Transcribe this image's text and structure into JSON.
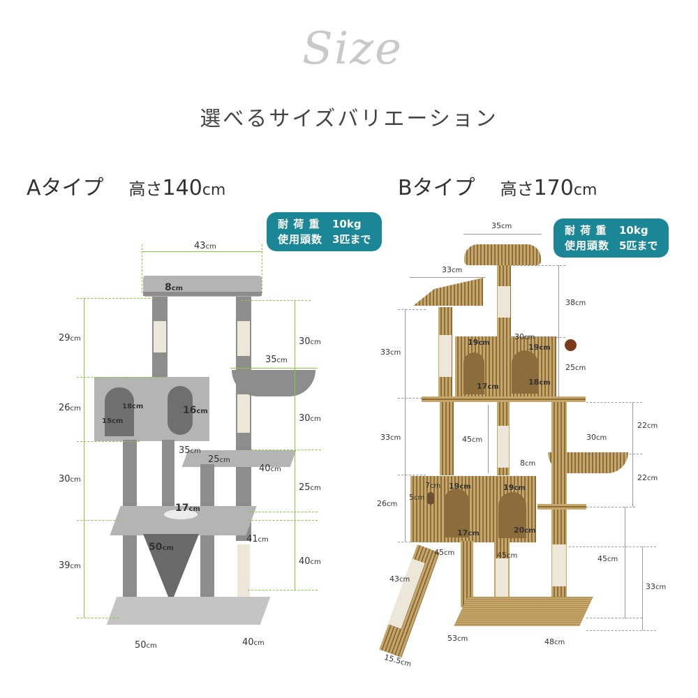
{
  "header": {
    "script_title": "Size",
    "subtitle": "選べるサイズバリエーション"
  },
  "types": [
    {
      "name": "Aタイプ",
      "height_label": "高さ",
      "height_value": "140",
      "height_unit": "cm",
      "badge": {
        "load_label": "耐 荷 重",
        "load_value": "10kg",
        "cats_label": "使用頭数",
        "cats_value": "3匹まで"
      },
      "dimensions": {
        "top_width": "43",
        "top_depth": "8",
        "left_h1": "29",
        "left_h2": "26",
        "left_h3": "30",
        "left_h4": "39",
        "right_h1": "30",
        "hammock_width": "35",
        "right_h2": "30",
        "house_door_h": "18",
        "house_door_w": "15",
        "house_side_door_h": "16",
        "house_depth": "35",
        "shelf_width": "25",
        "shelf_depth": "40",
        "right_h3": "25",
        "hole_diameter": "17",
        "platform_width": "50",
        "platform_depth": "41",
        "right_h4": "40",
        "base_width": "50",
        "base_depth": "40",
        "unit": "cm"
      }
    },
    {
      "name": "Bタイプ",
      "height_label": "高さ",
      "height_value": "170",
      "height_unit": "cm",
      "badge": {
        "load_label": "耐 荷 重",
        "load_value": "10kg",
        "cats_label": "使用頭数",
        "cats_value": "5匹まで"
      },
      "dimensions": {
        "top_bed_width": "35",
        "second_bed_width": "33",
        "right_h1": "38",
        "left_h1": "33",
        "house_width": "30",
        "door1_h": "19",
        "door2_h": "19",
        "door1_w": "17",
        "door2_w": "18",
        "right_h2": "25",
        "right_h3": "22",
        "hammock_width": "30",
        "hammock_depth": "8",
        "right_h4": "22",
        "left_h2": "33",
        "post_gap": "45",
        "left_h3": "26",
        "window_w": "7",
        "window_h": "5",
        "lower_door1_h": "19",
        "lower_door2_h": "19",
        "lower_door1_w": "17",
        "lower_door2_w": "20",
        "lower_house_w": "45",
        "lower_house_d": "45",
        "right_h5": "45",
        "right_h6": "33",
        "ramp_length": "43",
        "ramp_width": "15.5",
        "base_width": "53",
        "base_depth": "48",
        "unit": "cm"
      }
    }
  ],
  "colors": {
    "badge": "#1b8796",
    "dimension_line_a": "#8dc63f",
    "dimension_line_b": "#999999",
    "script_title": "#c9c9c9"
  }
}
